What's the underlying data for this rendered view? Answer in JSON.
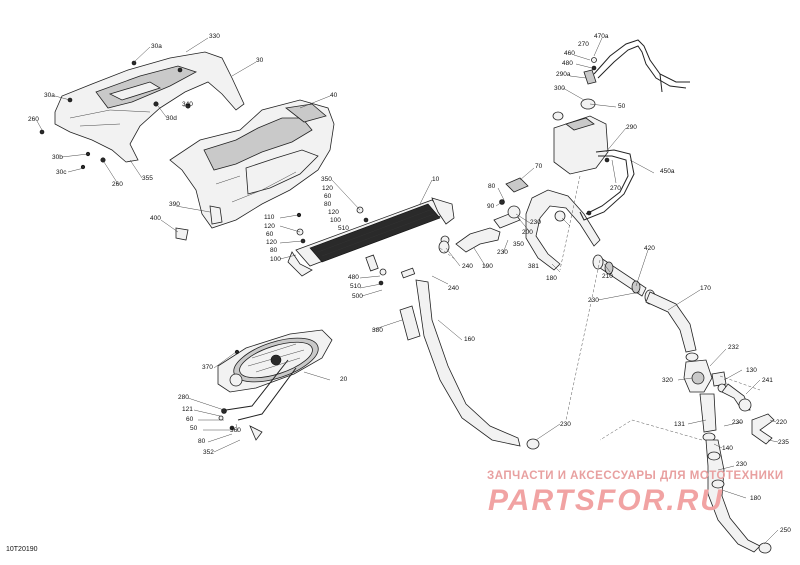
{
  "diagram_code": "10T20190",
  "watermark": {
    "tagline": "ЗАПЧАСТИ И АКСЕССУАРЫ ДЛЯ МОТОТЕХНИКИ",
    "logo": "PARTSFOR.RU"
  },
  "callouts": {
    "c1": "30a",
    "c2": "330",
    "c3": "30",
    "c4": "30a",
    "c5": "260",
    "c6": "340",
    "c7": "30d",
    "c8": "30b",
    "c9": "30c",
    "c10": "260",
    "c11": "355",
    "c12": "40",
    "c13": "390",
    "c14": "400",
    "c15": "350",
    "c16": "120",
    "c17": "60",
    "c18": "80",
    "c19": "120",
    "c20": "100",
    "c21": "510",
    "c22": "10",
    "c23": "110",
    "c24": "120",
    "c25": "60",
    "c26": "120",
    "c27": "80",
    "c28": "100",
    "c29": "480",
    "c30": "510",
    "c31": "500",
    "c32": "240",
    "c33": "240",
    "c34": "80",
    "c35": "90",
    "c36": "70",
    "c37": "230",
    "c38": "200",
    "c39": "230",
    "c40": "350",
    "c41": "190",
    "c42": "381",
    "c43": "180",
    "c44": "470a",
    "c45": "270",
    "c46": "460",
    "c47": "480",
    "c48": "290a",
    "c49": "300",
    "c50": "50",
    "c51": "290",
    "c52": "270",
    "c53": "450a",
    "c54": "420",
    "c55": "210",
    "c56": "230",
    "c57": "170",
    "c58": "380",
    "c59": "160",
    "c60": "230",
    "c61": "370",
    "c62": "20",
    "c63": "280",
    "c64": "121",
    "c65": "60",
    "c66": "50",
    "c67": "360",
    "c68": "80",
    "c69": "352",
    "c70": "232",
    "c71": "130",
    "c72": "320",
    "c73": "241",
    "c74": "131",
    "c75": "230",
    "c76": "220",
    "c77": "140",
    "c78": "235",
    "c79": "230",
    "c80": "180",
    "c81": "250"
  }
}
